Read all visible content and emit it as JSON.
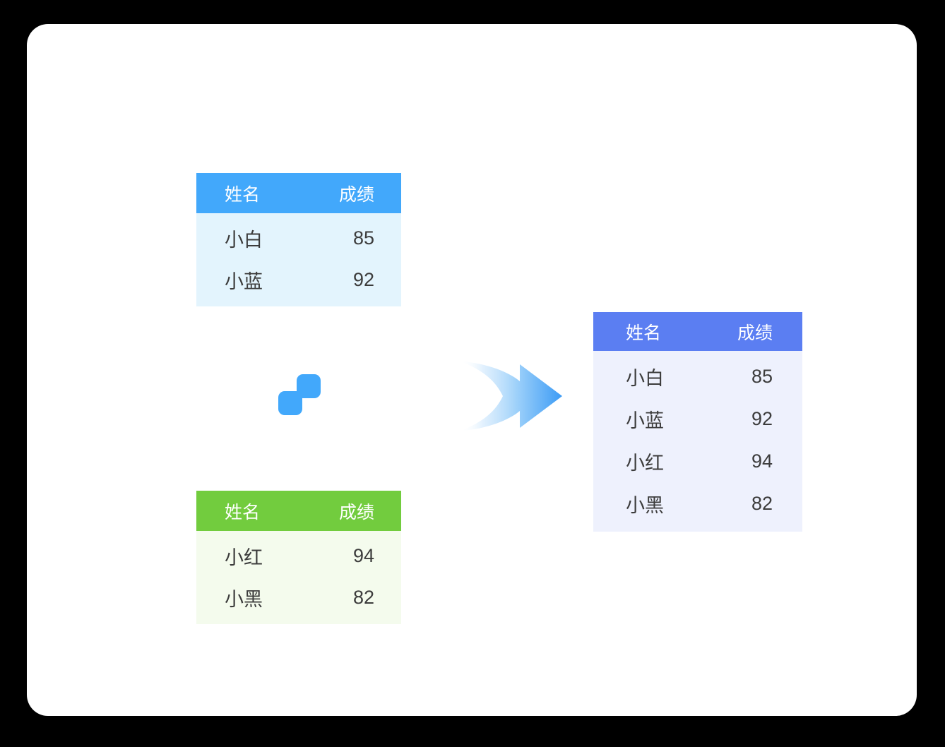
{
  "canvas": {
    "background_color": "#000000",
    "card_color": "#ffffff"
  },
  "columns": {
    "name": "姓名",
    "score": "成绩"
  },
  "tables": {
    "source_blue": {
      "name": "source-table-blue",
      "header_color": "#42a8fb",
      "body_color": "#e3f4fd",
      "headers": {
        "name": "姓名",
        "score": "成绩"
      },
      "rows": [
        {
          "name": "小白",
          "score": "85"
        },
        {
          "name": "小蓝",
          "score": "92"
        }
      ]
    },
    "source_green": {
      "name": "source-table-green",
      "header_color": "#72cc3e",
      "body_color": "#f4fbed",
      "headers": {
        "name": "姓名",
        "score": "成绩"
      },
      "rows": [
        {
          "name": "小红",
          "score": "94"
        },
        {
          "name": "小黑",
          "score": "82"
        }
      ]
    },
    "result": {
      "name": "result-table-merged",
      "header_color": "#5b7ef2",
      "body_color": "#eef1fd",
      "headers": {
        "name": "姓名",
        "score": "成绩"
      },
      "rows": [
        {
          "name": "小白",
          "score": "85"
        },
        {
          "name": "小蓝",
          "score": "92"
        },
        {
          "name": "小红",
          "score": "94"
        },
        {
          "name": "小黑",
          "score": "82"
        }
      ]
    }
  },
  "icons": {
    "merge": {
      "name": "merge-squares-icon",
      "color": "#42a8fb"
    },
    "arrow": {
      "name": "flow-arrow-icon",
      "color_start": "#ffffff",
      "color_end": "#3c9bf5"
    }
  }
}
